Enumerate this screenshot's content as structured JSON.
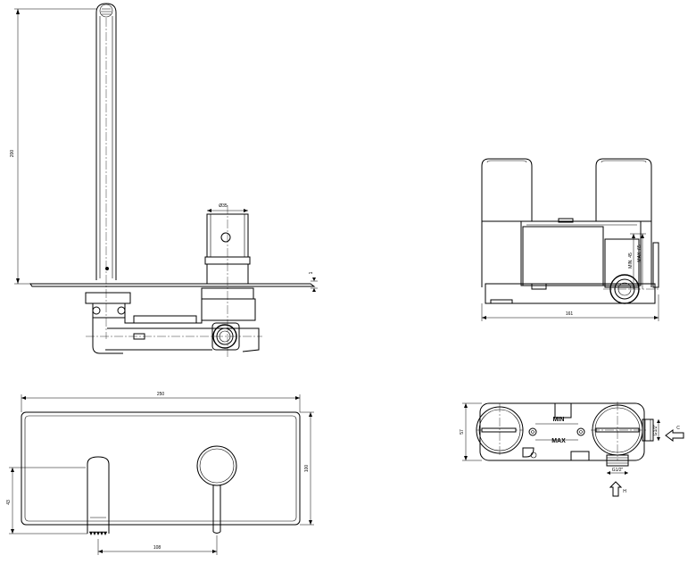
{
  "side_view": {
    "spout_height": "200",
    "handle_diameter": "Ø35",
    "plate_thickness": "1"
  },
  "body_side_view": {
    "depth": "161",
    "min_label": "MIN. 45",
    "max_label": "MAX. 65"
  },
  "front_view": {
    "width": "250",
    "height": "100",
    "spout_offset": "43",
    "axis_spacing": "108"
  },
  "body_top_view": {
    "min_label": "MIN",
    "max_label": "MAX",
    "height": "57",
    "inlet_side": "G1/2\"",
    "inlet_bottom": "G1/2\"",
    "arrow_side_label": "C",
    "arrow_bottom_label": "H"
  }
}
